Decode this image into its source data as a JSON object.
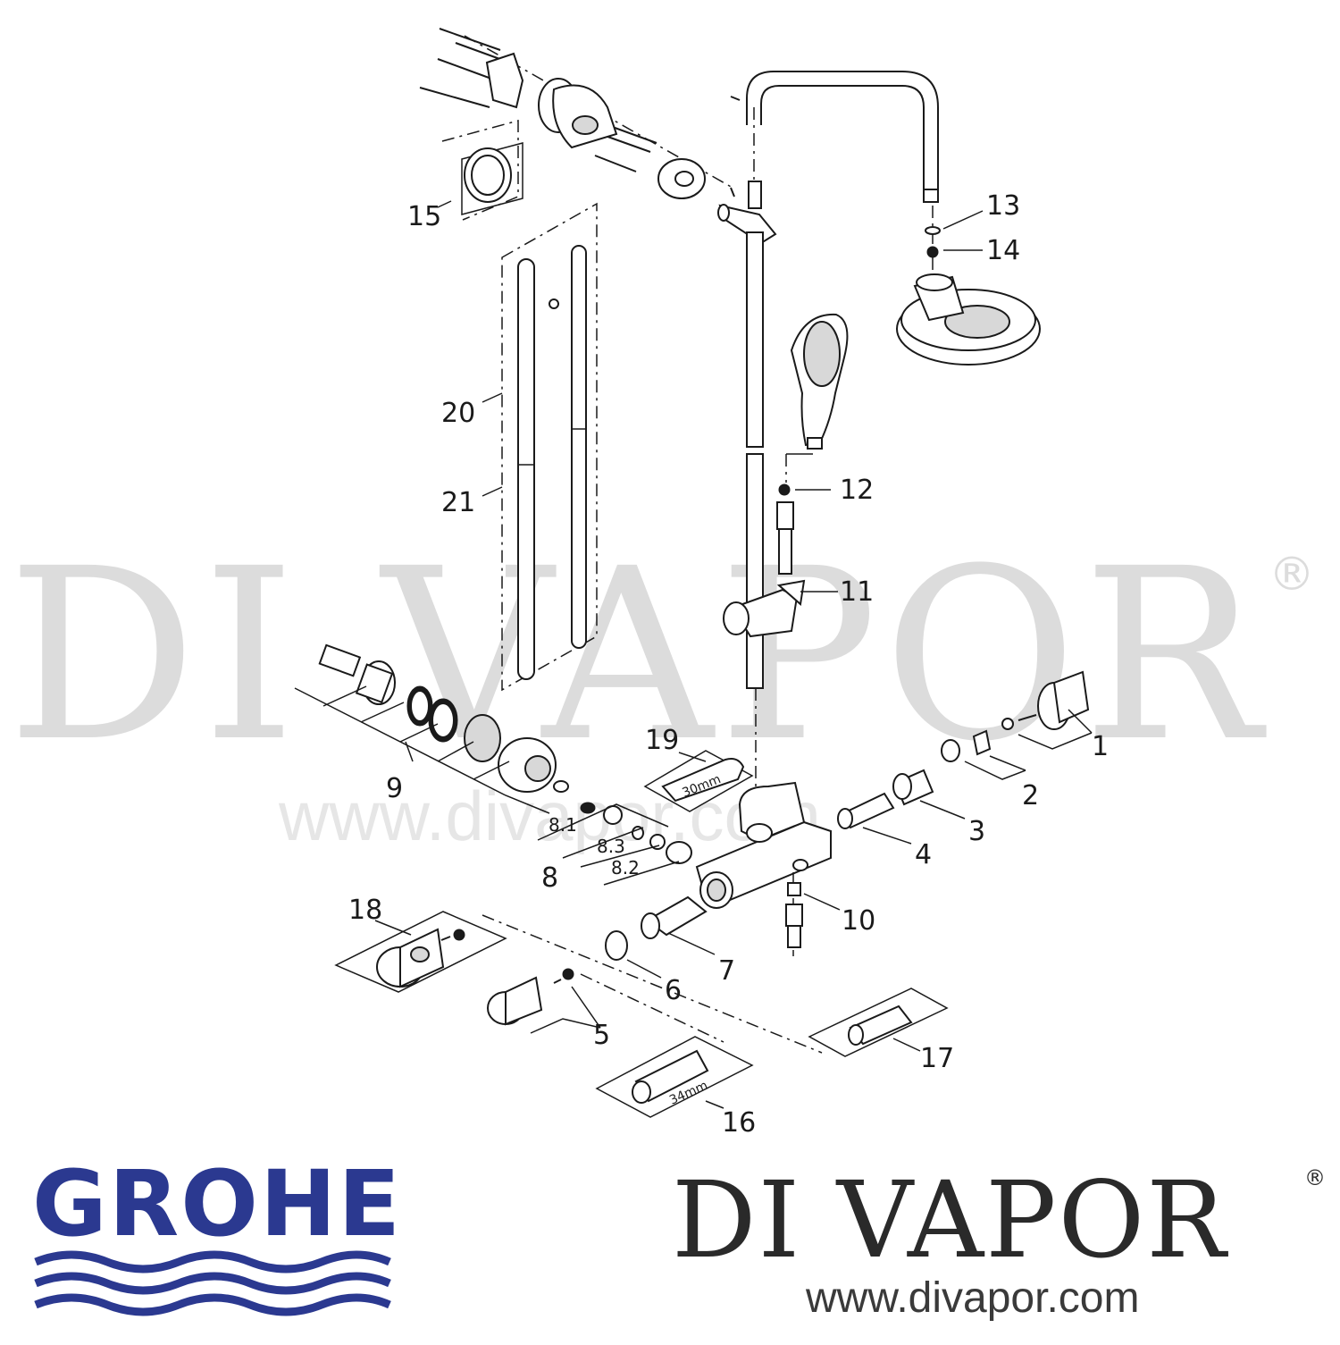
{
  "watermark": {
    "brand": "DI VAPOR",
    "registered": "®",
    "url": "www.divapor.com"
  },
  "footer": {
    "maker_logo": "GROHE",
    "retailer_name": "DI VAPOR",
    "retailer_registered": "®",
    "retailer_url": "www.divapor.com"
  },
  "diagram": {
    "part_labels": [
      "1",
      "2",
      "3",
      "4",
      "5",
      "6",
      "7",
      "8",
      "9",
      "10",
      "11",
      "12",
      "13",
      "14",
      "15",
      "16",
      "17",
      "18",
      "19",
      "20",
      "21"
    ],
    "sub_labels": [
      "8.1",
      "8.2",
      "8.3"
    ],
    "tool_labels": {
      "wrench_19": "30mm",
      "tool_16": "34mm"
    }
  },
  "colors": {
    "grohe_blue": "#2b3990",
    "watermark_grey": "#dcdcdc",
    "line": "#1a1a1a"
  }
}
